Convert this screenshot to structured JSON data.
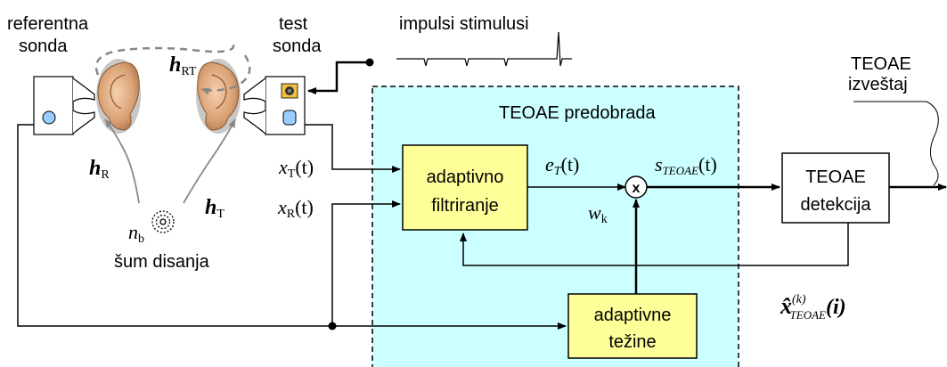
{
  "labels": {
    "ref_probe_1": "referentna",
    "ref_probe_2": "sonda",
    "test_probe_1": "test",
    "test_probe_2": "sonda",
    "stimuli": "impulsi stimulusi",
    "report_1": "TEOAE",
    "report_2": "izveštaj",
    "preprocessing": "TEOAE predobrada",
    "breathing_noise": "šum disanja"
  },
  "blocks": {
    "adaptive_filter_1": "adaptivno",
    "adaptive_filter_2": "filtriranje",
    "adaptive_weights_1": "adaptivne",
    "adaptive_weights_2": "težine",
    "detection_1": "TEOAE",
    "detection_2": "detekcija"
  },
  "math": {
    "h_rt": "h",
    "h_rt_sub": "RT",
    "h_r": "h",
    "h_r_sub": "R",
    "h_t": "h",
    "h_t_sub": "T",
    "n_b": "n",
    "n_b_sub": "b",
    "x_t": "x",
    "x_t_sub": "T",
    "x_t_arg": "(t)",
    "x_r": "x",
    "x_r_sub": "R",
    "x_r_arg": "(t)",
    "e_t": "e",
    "e_t_sub": "T",
    "e_t_arg": "(t)",
    "s_teoae": "s",
    "s_teoae_sub": "TEOAE",
    "s_teoae_arg": "(t)",
    "w_k": "w",
    "w_k_sub": "k",
    "x_hat": "x̂",
    "x_hat_sup": "(k)",
    "x_hat_sub": "TEOAE",
    "x_hat_arg": "(i)",
    "multiply": "x"
  },
  "colors": {
    "panel": "#ccffff",
    "block": "#ffff99",
    "probe_dot": "#99ccff",
    "skin": "#e8b890",
    "arrow_gray": "#888888"
  }
}
